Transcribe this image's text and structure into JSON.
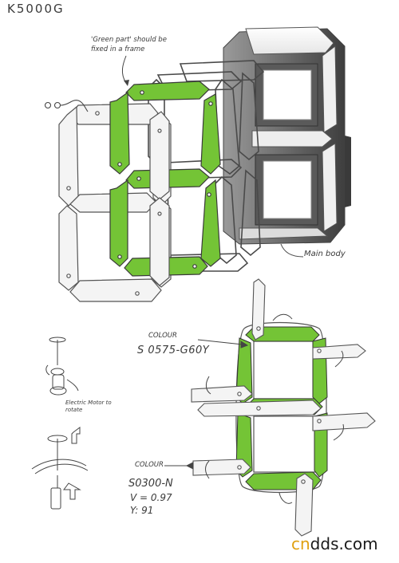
{
  "sheet": {
    "title": "K5000G",
    "frame_note": "'Green part' should be fixed in a frame",
    "main_body_label": "Main body",
    "colour_label_top": "COLOUR",
    "colour_code_top": "S 0575-G60Y",
    "motor_note": "Electric Motor to rotate",
    "colour_label_bottom": "COLOUR",
    "colour_code_bottom": "S0300-N",
    "value_v": "V = 0.97",
    "value_y": "Y: 91"
  },
  "watermark": {
    "part1": "cn",
    "part2": "dds.com"
  },
  "colors": {
    "accent_green": "#74c436",
    "segment_white": "#f4f4f4",
    "outline": "#4a4a4a",
    "shadow": "#6a6a6a",
    "paper": "#ffffff"
  },
  "icons": [
    "small-circles-icon",
    "motor-sketch-icon",
    "rotation-arrow-icon",
    "annotation-arrow-icon"
  ]
}
